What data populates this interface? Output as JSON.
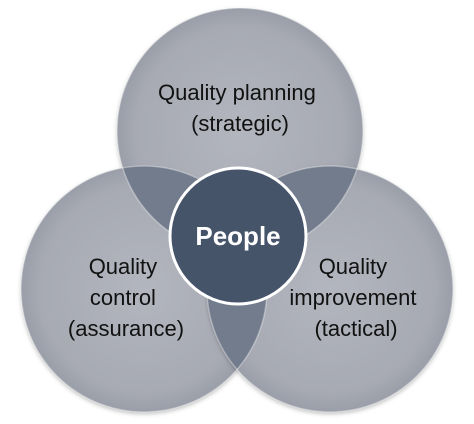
{
  "diagram": {
    "center": {
      "label": "People"
    },
    "circles": [
      {
        "id": "top",
        "lines": [
          "Quality planning",
          "(strategic)"
        ]
      },
      {
        "id": "left",
        "lines": [
          "Quality",
          "control",
          "(assurance)"
        ]
      },
      {
        "id": "right",
        "lines": [
          "Quality",
          "improvement",
          "(tactical)"
        ]
      }
    ],
    "colors": {
      "circle": "#a8abb4",
      "overlap": "#737c8c",
      "center": "#46546a",
      "center_border": "#ffffff",
      "text": "#111111",
      "center_text": "#ffffff"
    }
  }
}
